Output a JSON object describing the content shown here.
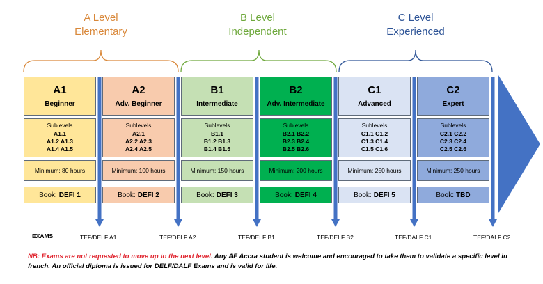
{
  "levels": [
    {
      "line1": "A Level",
      "line2": "Elementary",
      "color": "#d9883a"
    },
    {
      "line1": "B Level",
      "line2": "Independent",
      "color": "#6ea83c"
    },
    {
      "line1": "C Level",
      "line2": "Experienced",
      "color": "#2f5597"
    }
  ],
  "columns": [
    {
      "code": "A1",
      "name": "Beginner",
      "sublabel": "Sublevels",
      "sub_rows": [
        "A1.1",
        "A1.2 A1.3",
        "A1.4 A1.5"
      ],
      "minimum": "Minimum:  80 hours",
      "book_prefix": "Book:",
      "book": "DEFI 1",
      "exam": "TEF/DELF A1",
      "color": "#ffe699"
    },
    {
      "code": "A2",
      "name": "Adv. Beginner",
      "sublabel": "Sublevels",
      "sub_rows": [
        "A2.1",
        "A2.2 A2.3",
        "A2.4 A2.5"
      ],
      "minimum": "Minimum:  100 hours",
      "book_prefix": "Book:",
      "book": "DEFI 2",
      "exam": "TEF/DELF A2",
      "color": "#f8cbad"
    },
    {
      "code": "B1",
      "name": "Intermediate",
      "sublabel": "Sublevels",
      "sub_rows": [
        "B1.1",
        "B1.2 B1.3",
        "B1.4 B1.5"
      ],
      "minimum": "Minimum:  150 hours",
      "book_prefix": "Book:",
      "book": "DEFI 3",
      "exam": "TEF/DELF B1",
      "color": "#c5e0b4"
    },
    {
      "code": "B2",
      "name": "Adv. Intermediate",
      "sublabel": "Sublevels",
      "sub_rows": [
        "B2.1 B2.2",
        "B2.3 B2.4",
        "B2.5 B2.6"
      ],
      "minimum": "Minimum:  200 hours",
      "book_prefix": "Book:",
      "book": "DEFI 4",
      "exam": "TEF/DELF B2",
      "color": "#00b050"
    },
    {
      "code": "C1",
      "name": "Advanced",
      "sublabel": "Sublevels",
      "sub_rows": [
        "C1.1 C1.2",
        "C1.3 C1.4",
        "C1.5 C1.6"
      ],
      "minimum": "Minimum:  250 hours",
      "book_prefix": "Book:",
      "book": "DEFI 5",
      "exam": "TEF/DALF C1",
      "color": "#dae3f3"
    },
    {
      "code": "C2",
      "name": "Expert",
      "sublabel": "Sublevels",
      "sub_rows": [
        "C2.1 C2.2",
        "C2.3 C2.4",
        "C2.5 C2.6"
      ],
      "minimum": "Minimum:  250 hours",
      "book_prefix": "Book:",
      "book": "TBD",
      "exam": "TEF/DALF C2",
      "color": "#8faadc"
    }
  ],
  "exams_label": "EXAMS",
  "note": {
    "red": "NB: Exams are not requested to move up to the next level.",
    "black": " Any AF Accra student is welcome and encouraged to take them to validate a specific level in french. An official diploma is issued for DELF/DALF Exams and is valid for life."
  },
  "colors": {
    "divider": "#4472c4",
    "big_arrow": "#4472c4",
    "note_red": "#e0242e"
  }
}
